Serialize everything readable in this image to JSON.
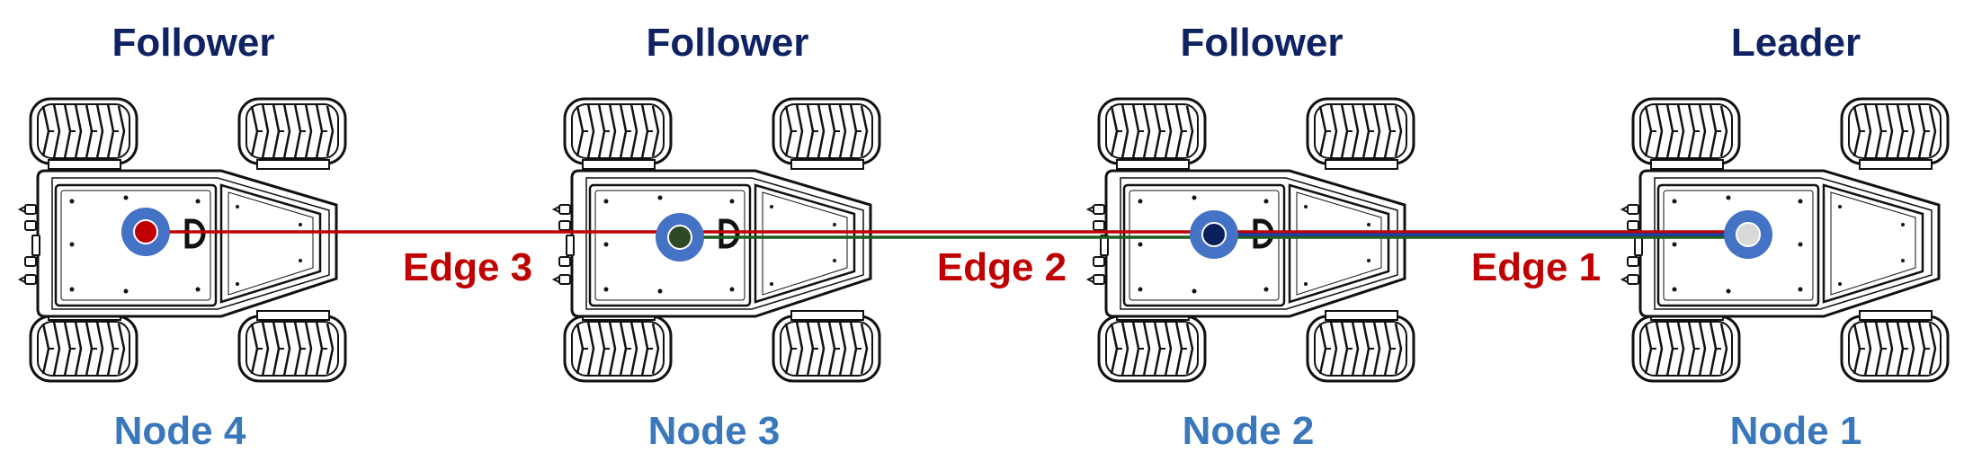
{
  "robots": [
    {
      "role": "Follower",
      "node": "Node 4",
      "marker_color": "#c00000"
    },
    {
      "role": "Follower",
      "node": "Node 3",
      "marker_color": "#2e4a24"
    },
    {
      "role": "Follower",
      "node": "Node 2",
      "marker_color": "#0b1f5c"
    },
    {
      "role": "Leader",
      "node": "Node 1",
      "marker_color": "#d9d9d9"
    }
  ],
  "edges": [
    {
      "label": "Edge 3",
      "color": "#c00000"
    },
    {
      "label": "Edge 2",
      "color": "#1f5c1f"
    },
    {
      "label": "Edge 1",
      "color": "#1f3da0"
    }
  ],
  "colors": {
    "role_text": "#0f2263",
    "node_text": "#3a78bd",
    "edge_text": "#c00000",
    "ring": "#4472c4"
  }
}
